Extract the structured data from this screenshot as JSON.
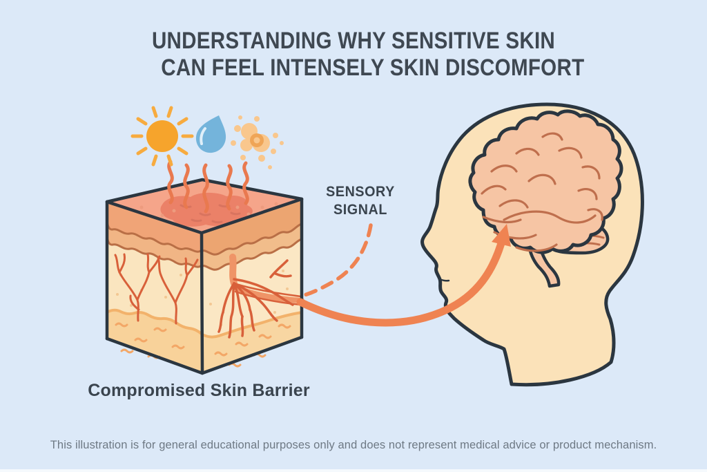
{
  "title": {
    "line1": "UNDERSTANDING WHY SENSITIVE SKIN",
    "line2": "CAN FEEL INTENSELY SKIN DISCOMFORT"
  },
  "annotations": {
    "sensory_signal": {
      "line1": "SENSORY",
      "line2": "SIGNAL"
    },
    "skin_barrier_caption": "Compromised Skin Barrier"
  },
  "footer": {
    "disclaimer": "This illustration is for general educational purposes only and does not represent medical advice or product mechanism."
  },
  "icons": {
    "sun": "sun-icon",
    "water_drop": "water-drop-icon",
    "allergen_particles": "allergen-particles-icon",
    "irritation_waves": "irritation-wave-lines",
    "skin_cube": "skin-cross-section",
    "nerve_endings": "nerve-endings",
    "head": "head-profile",
    "brain": "brain",
    "signal_arrow": "sensory-signal-arrow",
    "dashed_line": "sensory-signal-dashed-line"
  },
  "colors": {
    "background": "#DCE9F8",
    "title_text": "#3F4852",
    "label_text": "#3A444E",
    "disclaimer_text": "#6E7984",
    "accent_orange": "#EF8352",
    "sun_orange": "#F6A42C",
    "drop_blue": "#74B4DB",
    "allergen_orange": "#F9C78D",
    "skin_top": "#F5A58A",
    "irritated_patch": "#EB8168",
    "epidermis": "#F0A477",
    "dermis": "#FAE5BF",
    "subcutis": "#F8D29A",
    "nerve": "#D8603A",
    "outline_dark": "#2B3640",
    "head_skin": "#FBE2B9",
    "brain_fill": "#F6C5A4",
    "brain_lines": "#BF6F4D"
  }
}
